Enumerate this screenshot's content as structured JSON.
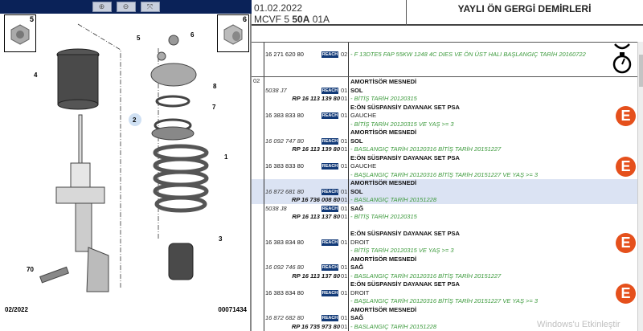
{
  "diagram": {
    "toolbar": {
      "zoom_in": "zoom-in-icon",
      "zoom_out": "zoom-out-icon",
      "zoom_fit": "zoom-fit-icon"
    },
    "thumb_left": "5",
    "thumb_right": "6",
    "callouts": [
      "5",
      "6",
      "4",
      "8",
      "2",
      "7",
      "1",
      "3",
      "70"
    ],
    "footer_date": "02/2022",
    "footer_code": "00071434"
  },
  "header": {
    "date": "01.02.2022",
    "code_prefix": "MCVF 5 ",
    "code_bold": "50A",
    "code_suffix": " 01A",
    "title": "YAYLI ÖN GERGİ DEMİRLERİ"
  },
  "first_row": {
    "part": "16 271 620 80",
    "reach": "REACH",
    "qty": "02",
    "text": "- F 13DTE5 FAP 55KW 1248 4C DIES VE ÖN ÜST HALI BAŞLANGIÇ TARİH 20160722",
    "icon": "stopwatch-icon"
  },
  "group_no": "02",
  "rows": [
    {
      "text": "AMORTİSÖR MESNEDİ",
      "style": "b"
    },
    {
      "part": "5038 J7",
      "pstyle": "i",
      "reach": "REACH",
      "qty": "01",
      "text": "SOL",
      "style": "b"
    },
    {
      "part": "RP 16 113 139 80",
      "pstyle": "rp",
      "qty": "01",
      "text": "- BİTİŞ TARİH 20120315",
      "style": "g"
    },
    {
      "text": "E:ÖN SÜSPANSİY DAYANAK SET PSA",
      "style": "b"
    },
    {
      "part": "16 383 833 80",
      "reach": "REACH",
      "qty": "01",
      "text": "GAUCHE",
      "style": "n",
      "icon": true
    },
    {
      "text": "- BİTİŞ TARİH 20120315 VE YAŞ >= 3",
      "style": "g"
    },
    {
      "text": "AMORTİSÖR MESNEDİ",
      "style": "b"
    },
    {
      "part": "16 092 747 80",
      "pstyle": "i",
      "reach": "REACH",
      "qty": "01",
      "text": "SOL",
      "style": "b"
    },
    {
      "part": "RP 16 113 139 80",
      "pstyle": "rp",
      "qty": "01",
      "text": "- BASLANGIÇ TARİH 20120316 BİTİŞ TARİH 20151227",
      "style": "g"
    },
    {
      "text": "E:ÖN SÜSPANSİY DAYANAK SET PSA",
      "style": "b"
    },
    {
      "part": "16 383 833 80",
      "reach": "REACH",
      "qty": "01",
      "text": "GAUCHE",
      "style": "n",
      "icon": true
    },
    {
      "text": "- BAŞLANGIÇ TARİH 20120316 BİTİŞ TARİH 20151227 VE YAŞ >= 3",
      "style": "g"
    },
    {
      "text": "AMORTİSÖR MESNEDİ",
      "style": "b"
    },
    {
      "part": "16 872 681 80",
      "pstyle": "i",
      "reach": "REACH",
      "qty": "01",
      "text": "SOL",
      "style": "b"
    },
    {
      "part": "RP 16 736 008 80",
      "pstyle": "rp",
      "qty": "01",
      "text": "- BASLANGIÇ TARİH 20151228",
      "style": "g"
    },
    {
      "part": "5038 J8",
      "pstyle": "i",
      "reach": "REACH",
      "qty": "01",
      "text": "SAĞ",
      "style": "b"
    },
    {
      "part": "RP 16 113 137 80",
      "pstyle": "rp",
      "qty": "01",
      "text": "- BİTİŞ TARİH 20120315",
      "style": "g"
    },
    {
      "text": "",
      "style": "n"
    },
    {
      "text": "E:ÖN SÜSPANSİY DAYANAK SET PSA",
      "style": "b"
    },
    {
      "part": "16 383 834 80",
      "reach": "REACH",
      "qty": "01",
      "text": "DROIT",
      "style": "n",
      "icon": true
    },
    {
      "text": "- BİTİŞ TARİH 20120315 VE YAŞ >= 3",
      "style": "g"
    },
    {
      "text": "AMORTİSÖR MESNEDİ",
      "style": "b"
    },
    {
      "part": "16 092 746 80",
      "pstyle": "i",
      "reach": "REACH",
      "qty": "01",
      "text": "SAĞ",
      "style": "b"
    },
    {
      "part": "RP 16 113 137 80",
      "pstyle": "rp",
      "qty": "01",
      "text": "- BASLANGIÇ TARİH 20120316 BİTİŞ TARİH 20151227",
      "style": "g"
    },
    {
      "text": "E:ÖN SÜSPANSİY DAYANAK SET PSA",
      "style": "b"
    },
    {
      "part": "16 383 834 80",
      "reach": "REACH",
      "qty": "01",
      "text": "DROIT",
      "style": "n",
      "icon": true
    },
    {
      "text": "- BAŞLANGIÇ TARİH 20120316 BİTİŞ TARİH 20151227 VE YAŞ >= 3",
      "style": "g"
    },
    {
      "text": "AMORTİSÖR MESNEDİ",
      "style": "b"
    },
    {
      "part": "16 872 682 80",
      "pstyle": "i",
      "reach": "REACH",
      "qty": "01",
      "text": "SAĞ",
      "style": "b"
    },
    {
      "part": "RP 16 735 973 80",
      "pstyle": "rp",
      "qty": "01",
      "text": "- BASLANGIÇ TARİH 20151228",
      "style": "g"
    }
  ],
  "eicon_glyph": "E",
  "watermark": "Windows'u Etkinleştir"
}
